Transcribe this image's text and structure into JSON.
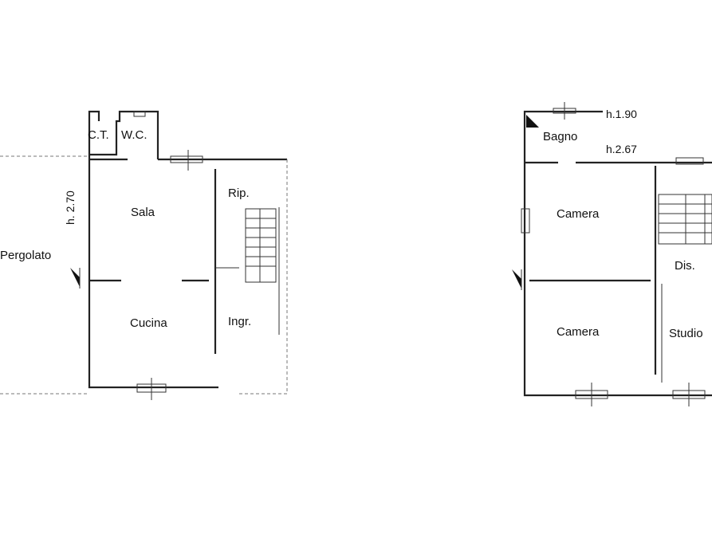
{
  "ground_floor": {
    "rooms": {
      "ct": "C.T.",
      "wc": "W.C.",
      "sala": "Sala",
      "cucina": "Cucina",
      "ripostiglio": "Rip.",
      "ingresso": "Ingr.",
      "pergolato": "Pergolato"
    },
    "height": "h. 2.70"
  },
  "first_floor": {
    "rooms": {
      "bagno": "Bagno",
      "camera_top": "Camera",
      "camera_bottom": "Camera",
      "disimpegno": "Dis.",
      "studio": "Studio"
    },
    "height_bagno": "h.1.90",
    "height_main": "h.2.67"
  }
}
